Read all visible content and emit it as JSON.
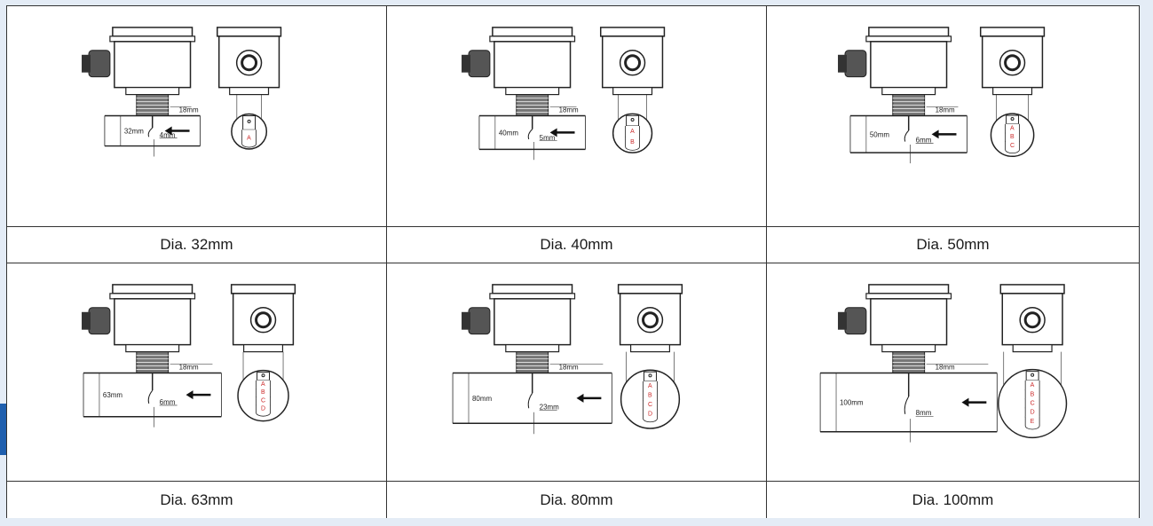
{
  "panels": [
    {
      "caption": "Dia. 32mm",
      "dims": {
        "clearance": "18mm",
        "diameter": "32mm",
        "depth": "4mm"
      },
      "letters": [
        "A"
      ]
    },
    {
      "caption": "Dia. 40mm",
      "dims": {
        "clearance": "18mm",
        "diameter": "40mm",
        "depth": "5mm"
      },
      "letters": [
        "A",
        "B"
      ]
    },
    {
      "caption": "Dia. 50mm",
      "dims": {
        "clearance": "18mm",
        "diameter": "50mm",
        "depth": "6mm"
      },
      "letters": [
        "A",
        "B",
        "C"
      ]
    },
    {
      "caption": "Dia. 63mm",
      "dims": {
        "clearance": "18mm",
        "diameter": "63mm",
        "depth": "6mm"
      },
      "letters": [
        "A",
        "B",
        "C",
        "D"
      ]
    },
    {
      "caption": "Dia. 80mm",
      "dims": {
        "clearance": "18mm",
        "diameter": "80mm",
        "depth": "23mm"
      },
      "letters": [
        "A",
        "B",
        "C",
        "D"
      ]
    },
    {
      "caption": "Dia. 100mm",
      "dims": {
        "clearance": "18mm",
        "diameter": "100mm",
        "depth": "8mm"
      },
      "letters": [
        "A",
        "B",
        "C",
        "D",
        "E"
      ]
    }
  ],
  "colors": {
    "border": "#333333",
    "accent": "#1f5fae",
    "page_bg": "#e4ecf6",
    "letter_red": "#cc2a2a"
  }
}
